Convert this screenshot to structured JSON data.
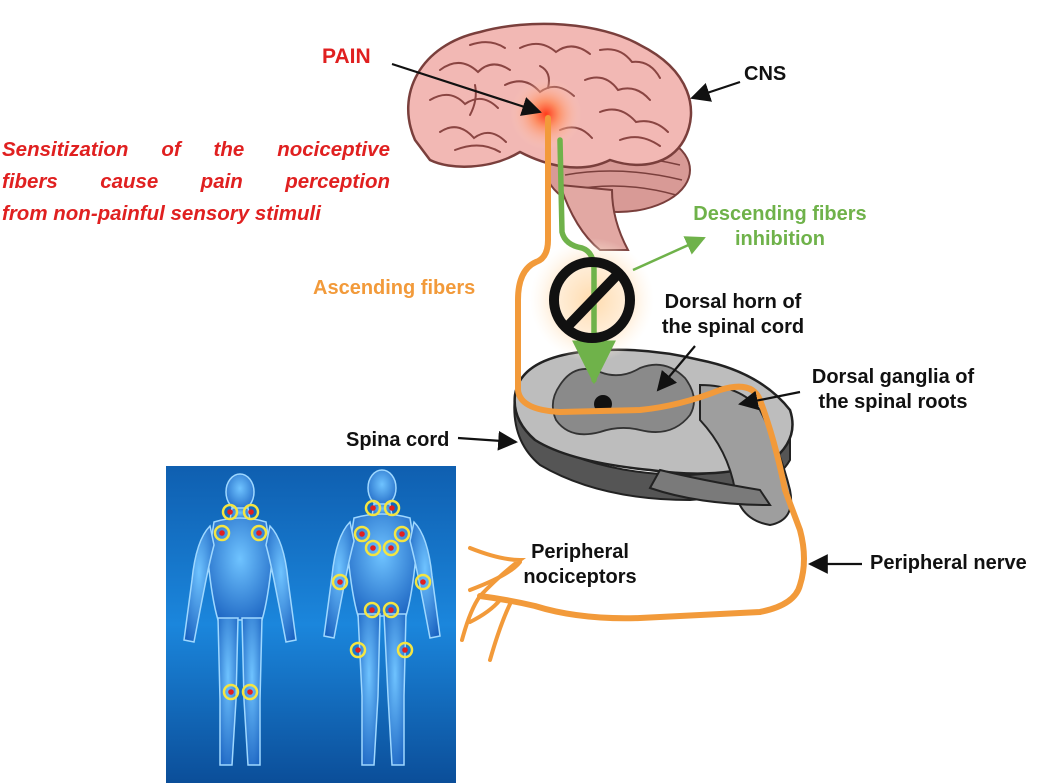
{
  "labels": {
    "pain": "PAIN",
    "cns": "CNS",
    "sensitization": [
      "Sensitization of the nociceptive",
      "fibers cause pain perception",
      "from non-painful sensory stimuli"
    ],
    "descending": [
      "Descending fibers",
      "inhibition"
    ],
    "ascending": "Ascending fibers",
    "dorsal_horn": [
      "Dorsal horn of",
      "the spinal cord"
    ],
    "dorsal_ganglia": [
      "Dorsal ganglia of",
      "the spinal roots"
    ],
    "spina_cord": "Spina cord",
    "peripheral_nociceptors": [
      "Peripheral",
      "nociceptors"
    ],
    "peripheral_nerve": "Peripheral nerve"
  },
  "colors": {
    "pain_red": "#e02020",
    "ascending_orange": "#f29a3a",
    "descending_green": "#6fb24a",
    "brain_pink": "#f2b8b4",
    "body_blue": "#1f7fd6"
  },
  "icons": {
    "inhibition": "prohibition-icon",
    "pain_points": "target-ring-icon"
  }
}
